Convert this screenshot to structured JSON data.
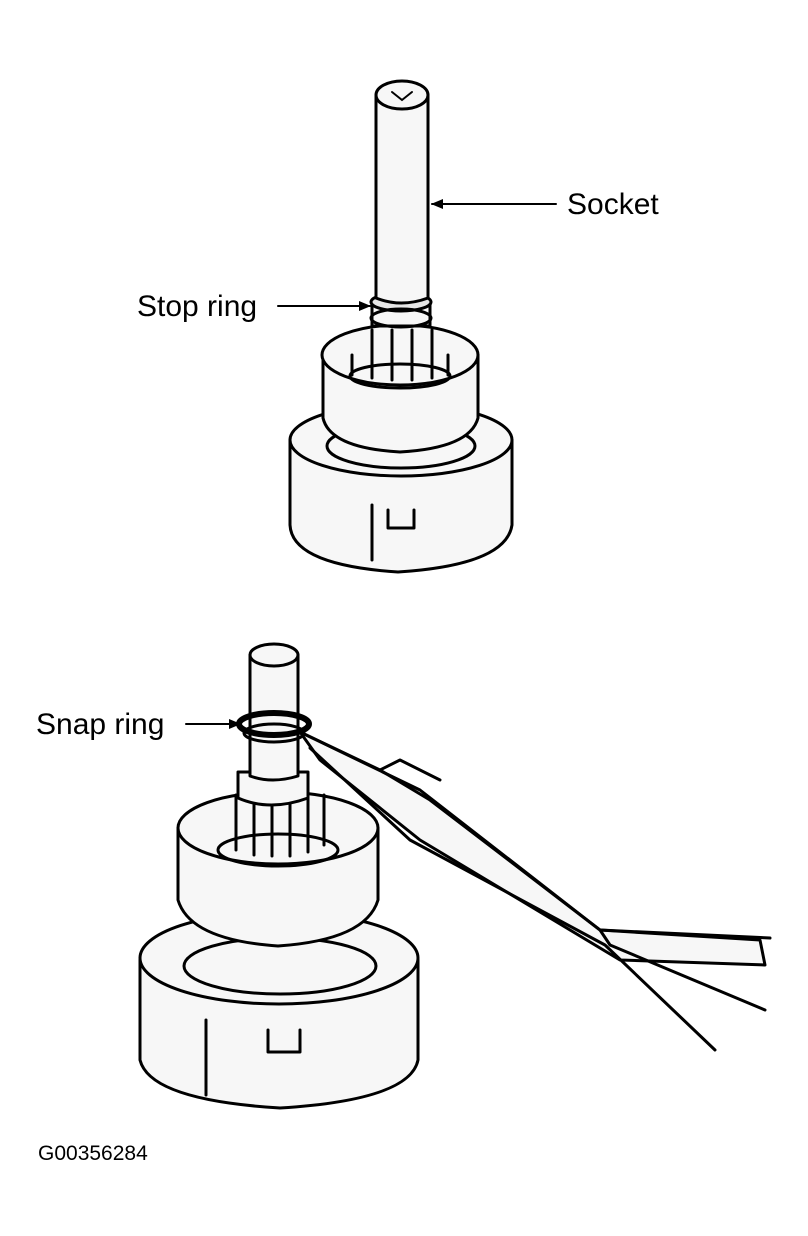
{
  "labels": {
    "socket": "Socket",
    "stop_ring": "Stop ring",
    "snap_ring": "Snap ring"
  },
  "figure_id": "G00356284"
}
